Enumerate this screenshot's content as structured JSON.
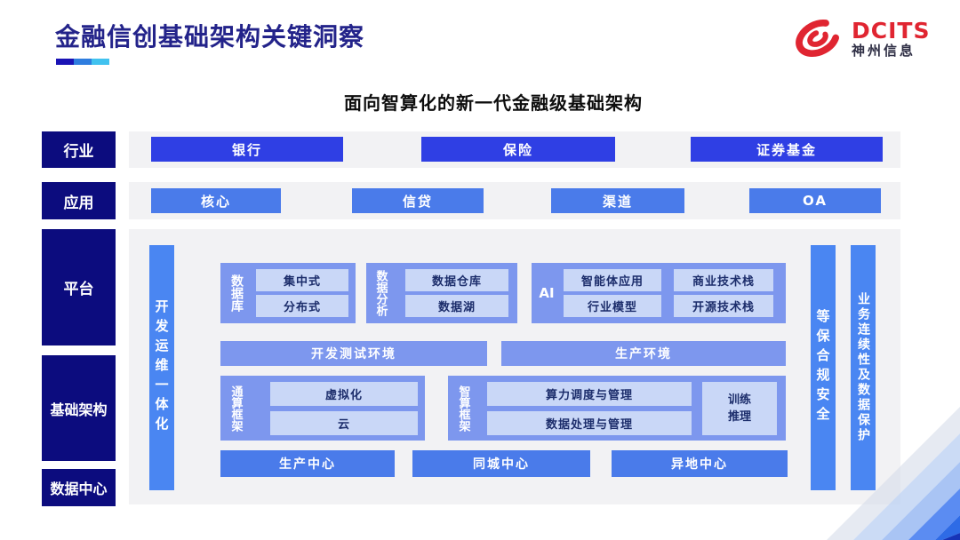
{
  "title": "金融信创基础架构关键洞察",
  "logo": {
    "brand": "DCITS",
    "company": "神州信息"
  },
  "diagram_title": "面向智算化的新一代金融级基础架构",
  "side_labels": {
    "industry": "行业",
    "application": "应用",
    "platform": "平台",
    "infrastructure": "基础架构",
    "datacenter": "数据中心"
  },
  "industry_row": {
    "items": [
      "银行",
      "保险",
      "证券基金"
    ]
  },
  "application_row": {
    "items": [
      "核心",
      "信贷",
      "渠道",
      "OA"
    ]
  },
  "devops_bar": "开发运维一体化",
  "database_section": {
    "label": "数据库",
    "items": [
      "集中式",
      "分布式"
    ]
  },
  "analytics_section": {
    "label": "数据分析",
    "items": [
      "数据仓库",
      "数据湖"
    ]
  },
  "ai_section": {
    "label": "AI",
    "items": [
      "智能体应用",
      "商业技术栈",
      "行业模型",
      "开源技术栈"
    ]
  },
  "environments": {
    "dev_test": "开发测试环境",
    "production": "生产环境"
  },
  "general_framework": {
    "label": "通算框架",
    "items": [
      "虚拟化",
      "云"
    ]
  },
  "intelligent_framework": {
    "label": "智算框架",
    "items": [
      "算力调度与管理",
      "数据处理与管理"
    ],
    "side_item_lines": [
      "训练",
      "推理"
    ]
  },
  "centers": {
    "items": [
      "生产中心",
      "同城中心",
      "异地中心"
    ]
  },
  "security_bar": "等保合规安全",
  "continuity_bar": "业务连续性及数据保护",
  "colors": {
    "navy_label": "#0c0c7e",
    "strong_blue": "#2f3fe4",
    "mid_blue": "#4a7bea",
    "bar_blue": "#4a86f2",
    "container_blue": "#7d97ee",
    "chip_bg": "#c9d7f7",
    "chip_text": "#1c2d6b",
    "title_navy": "#23238a",
    "brand_red": "#e02531"
  }
}
